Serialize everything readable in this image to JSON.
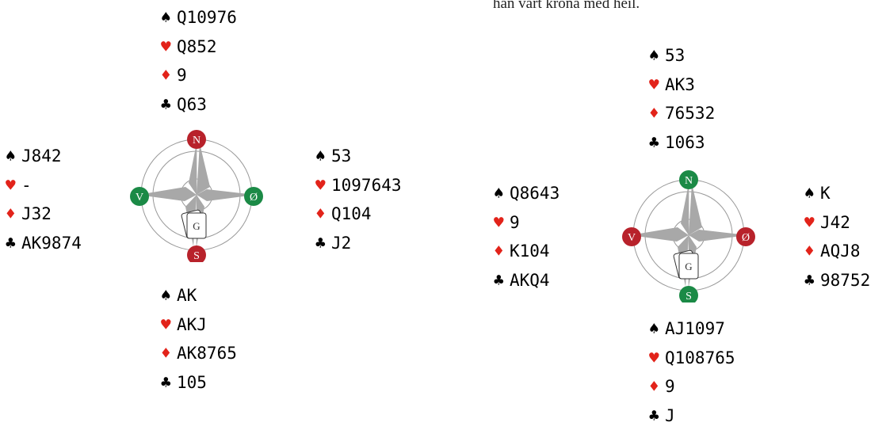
{
  "caption": "han vart krona med heil.",
  "colors": {
    "red_suit": "#e2231a",
    "black_suit": "#000000",
    "north_south_badge": "#b8222b",
    "green_badge": "#1b8a46",
    "compass_vane": "#a8a8a8"
  },
  "suits": {
    "spades": "♠",
    "hearts": "♥",
    "diamonds": "♦",
    "clubs": "♣"
  },
  "deal1": {
    "north": {
      "spades": "Q10976",
      "hearts": "Q852",
      "diamonds": "9",
      "clubs": "Q63"
    },
    "west": {
      "spades": "J842",
      "hearts": "-",
      "diamonds": "J32",
      "clubs": "AK9874"
    },
    "east": {
      "spades": "53",
      "hearts": "1097643",
      "diamonds": "Q104",
      "clubs": "J2"
    },
    "south": {
      "spades": "AK",
      "hearts": "AKJ",
      "diamonds": "AK8765",
      "clubs": "105"
    },
    "compass": {
      "n": "N",
      "v": "V",
      "o": "Ø",
      "s": "S",
      "dealer": "G"
    }
  },
  "deal2": {
    "north": {
      "spades": "53",
      "hearts": "AK3",
      "diamonds": "76532",
      "clubs": "1063"
    },
    "west": {
      "spades": "Q8643",
      "hearts": "9",
      "diamonds": "K104",
      "clubs": "AKQ4"
    },
    "east": {
      "spades": "K",
      "hearts": "J42",
      "diamonds": "AQJ8",
      "clubs": "98752"
    },
    "south": {
      "spades": "AJ1097",
      "hearts": "Q108765",
      "diamonds": "9",
      "clubs": "J"
    },
    "compass": {
      "n": "N",
      "v": "V",
      "o": "Ø",
      "s": "S",
      "dealer": "G"
    }
  }
}
